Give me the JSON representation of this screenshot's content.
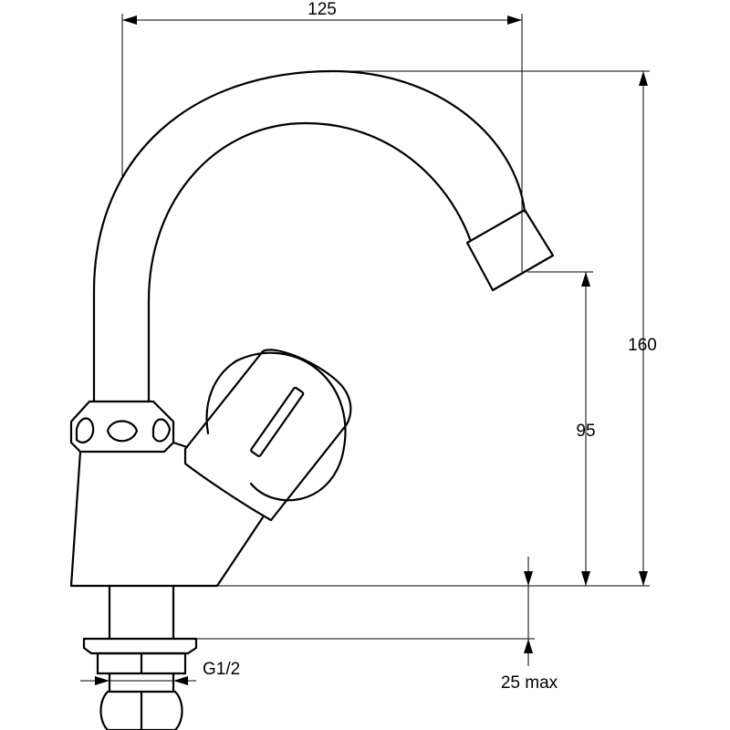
{
  "drawing": {
    "subject": "Pillar tap with swivel spout",
    "dimensions": {
      "width_label": "125",
      "total_height_label": "160",
      "spout_height_label": "95",
      "thread_label": "G1/2",
      "max_thickness_label": "25 max"
    }
  }
}
